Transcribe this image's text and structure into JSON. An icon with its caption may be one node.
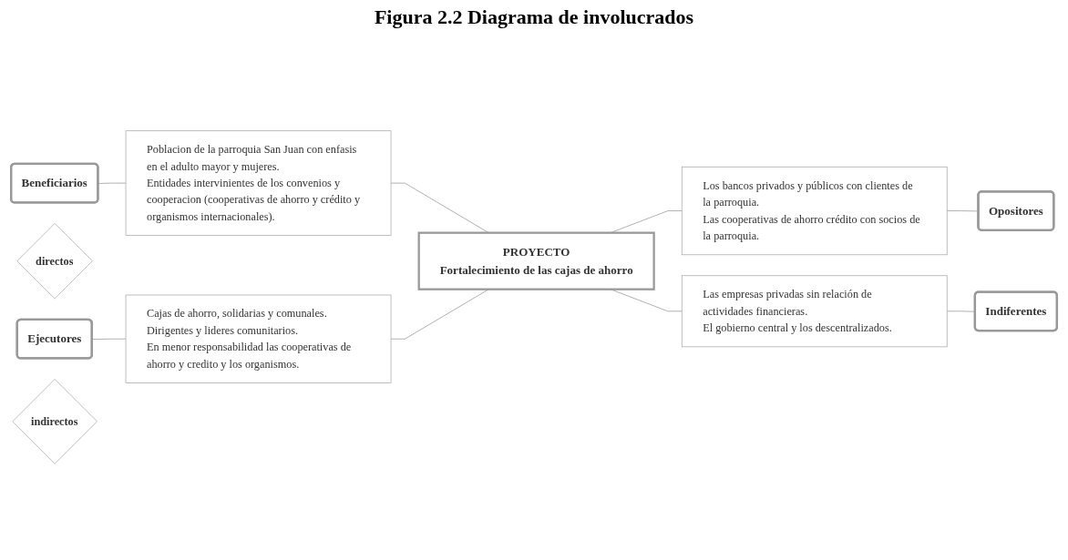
{
  "diagram": {
    "title": "Figura 2.2 Diagrama de involucrados",
    "nodes": [
      {
        "text": [
          "Beneficiarios"
        ]
      },
      {
        "text": [
          "Poblacion de la parroquia San Juan con enfasis en el adulto mayor y mujeres.",
          "Entidades intervinientes de los convenios y cooperacion (cooperativas de ahorro y crédito y organismos internacionales)."
        ]
      },
      {
        "text": [
          "Opositores"
        ]
      },
      {
        "text": [
          "Los bancos privados y públicos con clientes de la parroquia.",
          "Las cooperativas de ahorro crédito con socios de la parroquia."
        ]
      },
      {
        "text": [
          "directos"
        ]
      },
      {
        "text": [
          "PROYECTO",
          "Fortalecimiento de las cajas de ahorro"
        ]
      },
      {
        "text": [
          "Ejecutores"
        ]
      },
      {
        "text": [
          "Indiferentes"
        ]
      },
      {
        "text": [
          "indirectos"
        ]
      },
      {
        "text": [
          "Cajas de ahorro, solidarias y comunales.",
          "Dirigentes y lideres comunitarios.",
          "En menor responsabilidad las cooperativas de ahorro y credito y los organismos."
        ]
      },
      {
        "text": [
          "Las empresas privadas sin relación de actividades financieras.",
          "El gobierno central y los descentralizados."
        ]
      }
    ],
    "edges": [
      {
        "from": 0,
        "to": 1,
        "arrow": "none"
      },
      {
        "from": 1,
        "to": 5,
        "arrow": "none"
      },
      {
        "from": 6,
        "to": 9,
        "arrow": "none"
      },
      {
        "from": 9,
        "to": 5,
        "arrow": "none"
      },
      {
        "from": 5,
        "to": 3,
        "arrow": "none"
      },
      {
        "from": 3,
        "to": 2,
        "arrow": "none"
      },
      {
        "from": 5,
        "to": 10,
        "arrow": "none"
      },
      {
        "from": 10,
        "to": 7,
        "arrow": "none"
      }
    ]
  }
}
